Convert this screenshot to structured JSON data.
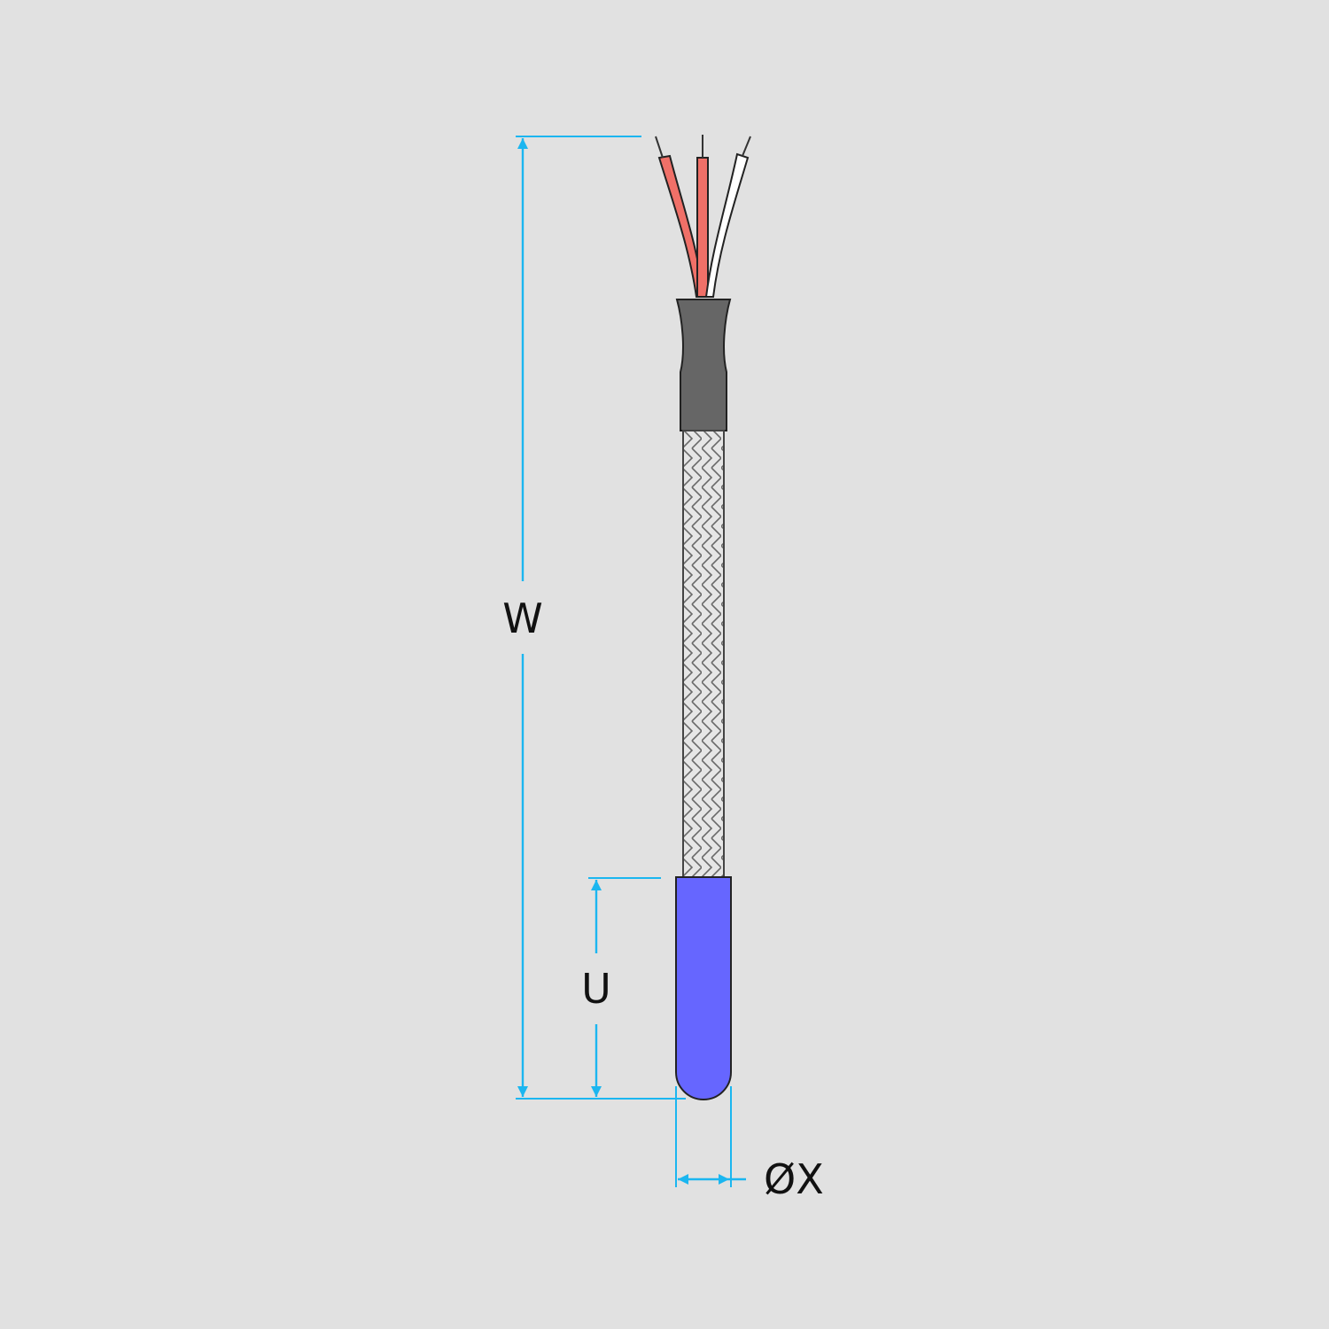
{
  "dimensions": {
    "overall_length": {
      "label": "W"
    },
    "tip_length": {
      "label": "U"
    },
    "tip_diameter": {
      "label": "ØX"
    }
  },
  "colors": {
    "background": "#e1e1e1",
    "dimension_line": "#1bb6f0",
    "wire_red": "#f07068",
    "wire_white": "#ffffff",
    "transition_sleeve": "#666666",
    "braid_fill": "#e6e6e6",
    "braid_line": "#6a6a6a",
    "tip": "#6666ff"
  },
  "icons": {
    "arrow": "arrowhead-icon"
  }
}
